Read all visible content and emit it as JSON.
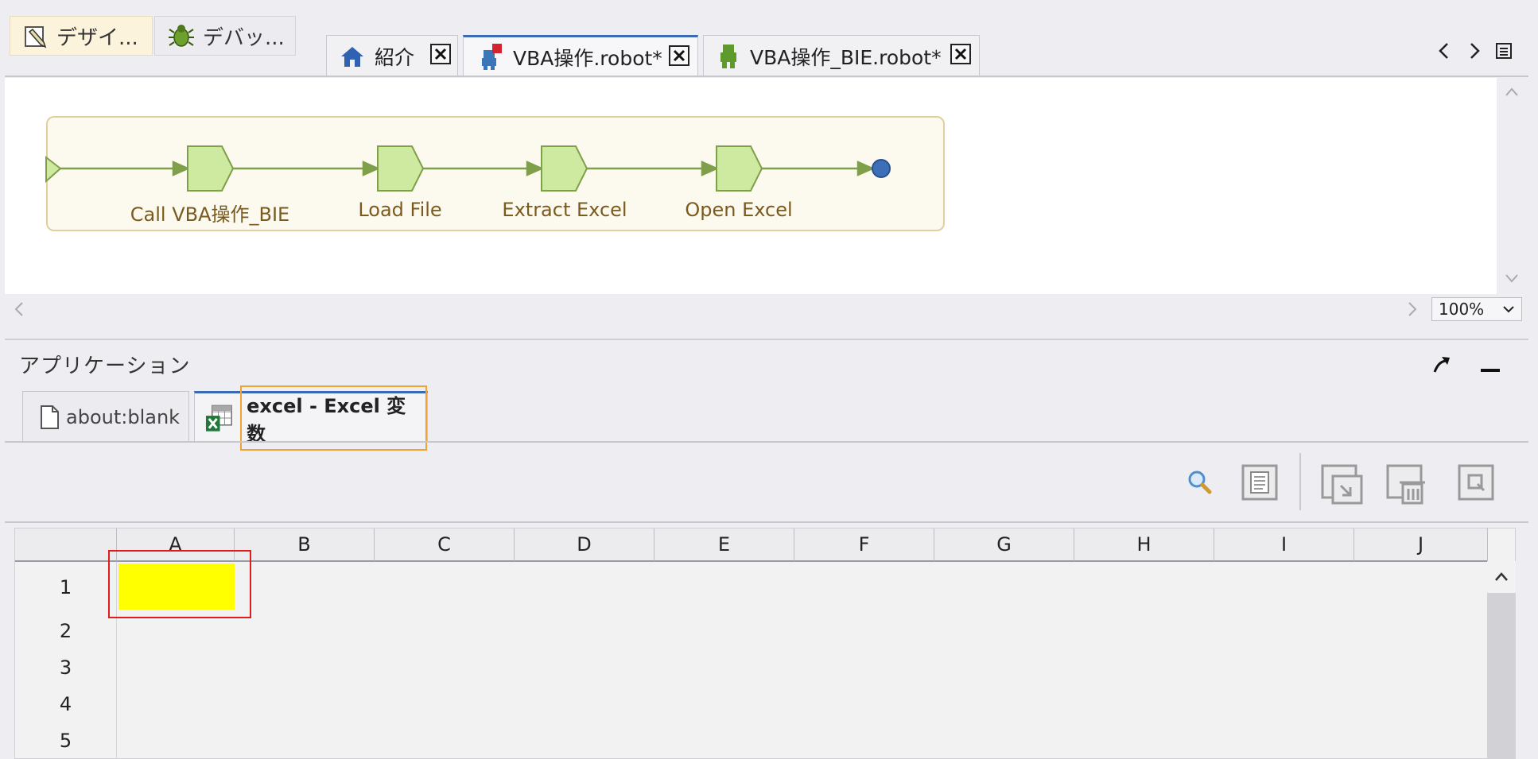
{
  "perspectives": {
    "design_label": "デザイ...",
    "debug_label": "デバッ..."
  },
  "editor_tabs": [
    {
      "label": "紹介",
      "icon": "home-icon"
    },
    {
      "label": "VBA操作.robot*",
      "icon": "robot-icon"
    },
    {
      "label": "VBA操作_BIE.robot*",
      "icon": "robot-icon"
    }
  ],
  "flow": {
    "steps": [
      {
        "label": "Call VBA操作_BIE"
      },
      {
        "label": "Load File"
      },
      {
        "label": "Extract Excel"
      },
      {
        "label": "Open Excel"
      }
    ],
    "colors": {
      "node_fill": "#cdeaa0",
      "line": "#7f9f4b",
      "end_node": "#3d6fb8",
      "border": "#e2cf9f"
    }
  },
  "zoom": {
    "value": "100%"
  },
  "application_panel": {
    "title": "アプリケーション",
    "tabs": [
      {
        "label": "about:blank",
        "icon": "page-icon"
      },
      {
        "label": "excel - Excel 変数",
        "icon": "excel-icon"
      }
    ]
  },
  "spreadsheet": {
    "columns": [
      "A",
      "B",
      "C",
      "D",
      "E",
      "F",
      "G",
      "H",
      "I",
      "J"
    ],
    "rows": [
      "1",
      "2",
      "3",
      "4",
      "5"
    ],
    "highlighted_cell": "A1",
    "highlight_color": "#ffff00",
    "selection_color": "#e21b1b"
  }
}
